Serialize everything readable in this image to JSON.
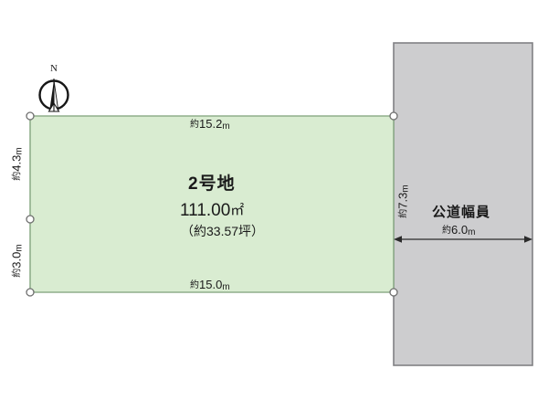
{
  "diagram": {
    "type": "land-plot-survey",
    "compass": {
      "north_label": "N",
      "icon": "compass-rose-icon"
    },
    "lot": {
      "name": "2号地",
      "area_sqm": "111.00㎡",
      "area_sqm_number": "111.00",
      "area_sqm_unit": "㎡",
      "area_tsubo": "（約33.57坪）",
      "fill_color": "#d9ecd1",
      "stroke_color": "#8fae8b",
      "dimensions": {
        "top": {
          "prefix": "約",
          "value": "15.2",
          "unit": "m"
        },
        "bottom": {
          "prefix": "約",
          "value": "15.0",
          "unit": "m"
        },
        "left_upper": {
          "prefix": "約",
          "value": "4.3",
          "unit": "m"
        },
        "left_lower": {
          "prefix": "約",
          "value": "3.0",
          "unit": "m"
        }
      }
    },
    "road": {
      "title": "公道幅員",
      "fill_color": "#cdcdcf",
      "stroke_color": "#808084",
      "width_dimension": {
        "prefix": "約",
        "value": "6.0",
        "unit": "m"
      },
      "depth_dimension": {
        "prefix": "約",
        "value": "7.3",
        "unit": "m"
      }
    }
  }
}
